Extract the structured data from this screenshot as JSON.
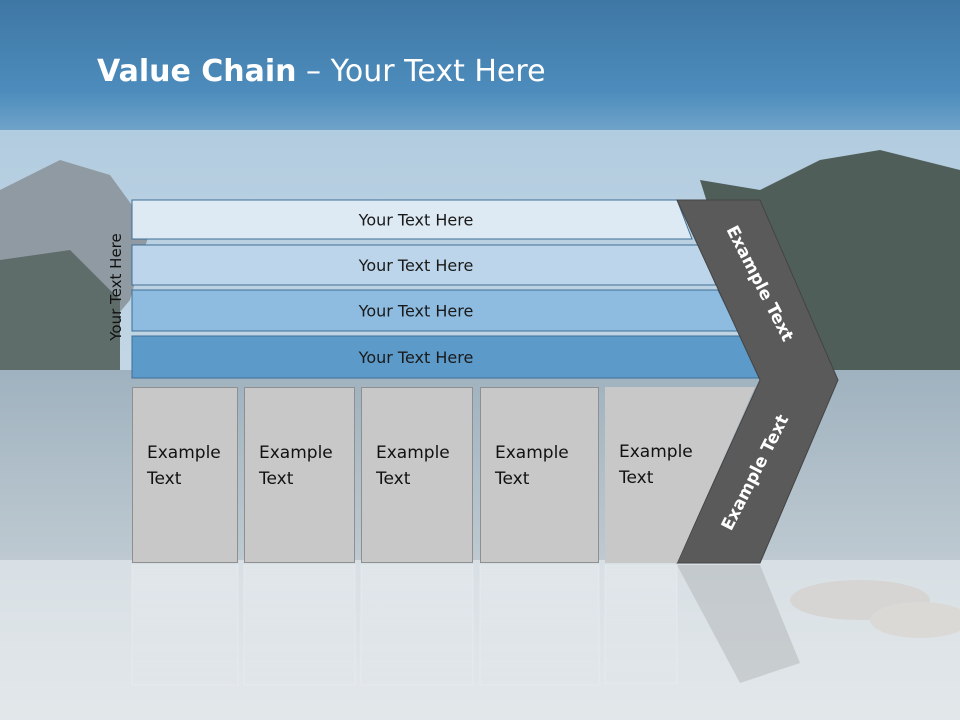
{
  "title": {
    "bold": "Value Chain",
    "rest": " – Your Text Here"
  },
  "side_label": "Your Text Here",
  "bars": [
    {
      "label": "Your Text Here",
      "color": "#dde9f3"
    },
    {
      "label": "Your Text Here",
      "color": "#bcd5ea"
    },
    {
      "label": "Your Text Here",
      "color": "#8ebbe0"
    },
    {
      "label": "Your Text Here",
      "color": "#5b9ac9"
    }
  ],
  "boxes": [
    {
      "line1": "Example",
      "line2": "Text"
    },
    {
      "line1": "Example",
      "line2": "Text"
    },
    {
      "line1": "Example",
      "line2": "Text"
    },
    {
      "line1": "Example",
      "line2": "Text"
    },
    {
      "line1": "Example",
      "line2": "Text"
    }
  ],
  "chevron_top_label": "Example Text",
  "chevron_bottom_label": "Example Text",
  "colors": {
    "title_band": "#4a87b8",
    "box_fill": "#c8c8c8",
    "chevron": "#5a5a5a"
  }
}
